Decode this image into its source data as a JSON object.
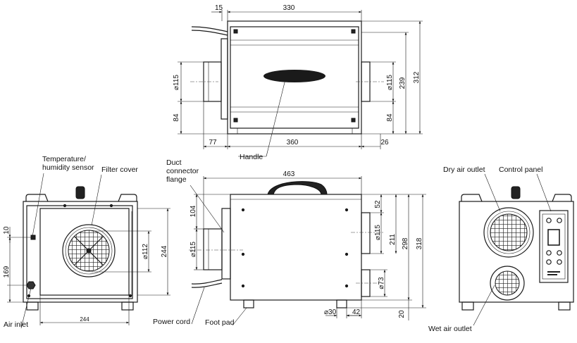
{
  "top_view": {
    "dims": {
      "top_offset": "15",
      "top_width": "330",
      "left_duct_dia": "⌀115",
      "left_duct_height": "84",
      "right_duct_dia": "⌀115",
      "right_duct_height": "84",
      "right_inner": "239",
      "right_outer": "312",
      "bottom_left": "77",
      "bottom_mid": "360",
      "bottom_right": "26"
    },
    "labels": {
      "handle": "Handle"
    }
  },
  "left_view": {
    "dims": {
      "sensor_height": "10",
      "inlet_height": "169",
      "fan_dia": "⌀112",
      "filter_height": "244",
      "filter_width": "244"
    },
    "labels": {
      "sensor": "Temperature/\nhumidity sensor",
      "filter_cover": "Filter cover",
      "air_inlet": "Air inlet"
    }
  },
  "front_view": {
    "dims": {
      "width": "463",
      "top_offset": "104",
      "duct_dia_left": "⌀115",
      "duct_dia_right": "⌀115",
      "right_top": "52",
      "right_mid": "211",
      "right_body": "298",
      "right_total": "318",
      "lower_duct": "⌀73",
      "foot_dia": "⌀30",
      "foot_offset": "42",
      "foot_height": "20"
    },
    "labels": {
      "duct_flange": "Duct\nconnector\nflange",
      "power_cord": "Power cord",
      "foot_pad": "Foot pad"
    }
  },
  "right_view": {
    "labels": {
      "dry_outlet": "Dry air outlet",
      "control_panel": "Control panel",
      "wet_outlet": "Wet air outlet"
    }
  }
}
